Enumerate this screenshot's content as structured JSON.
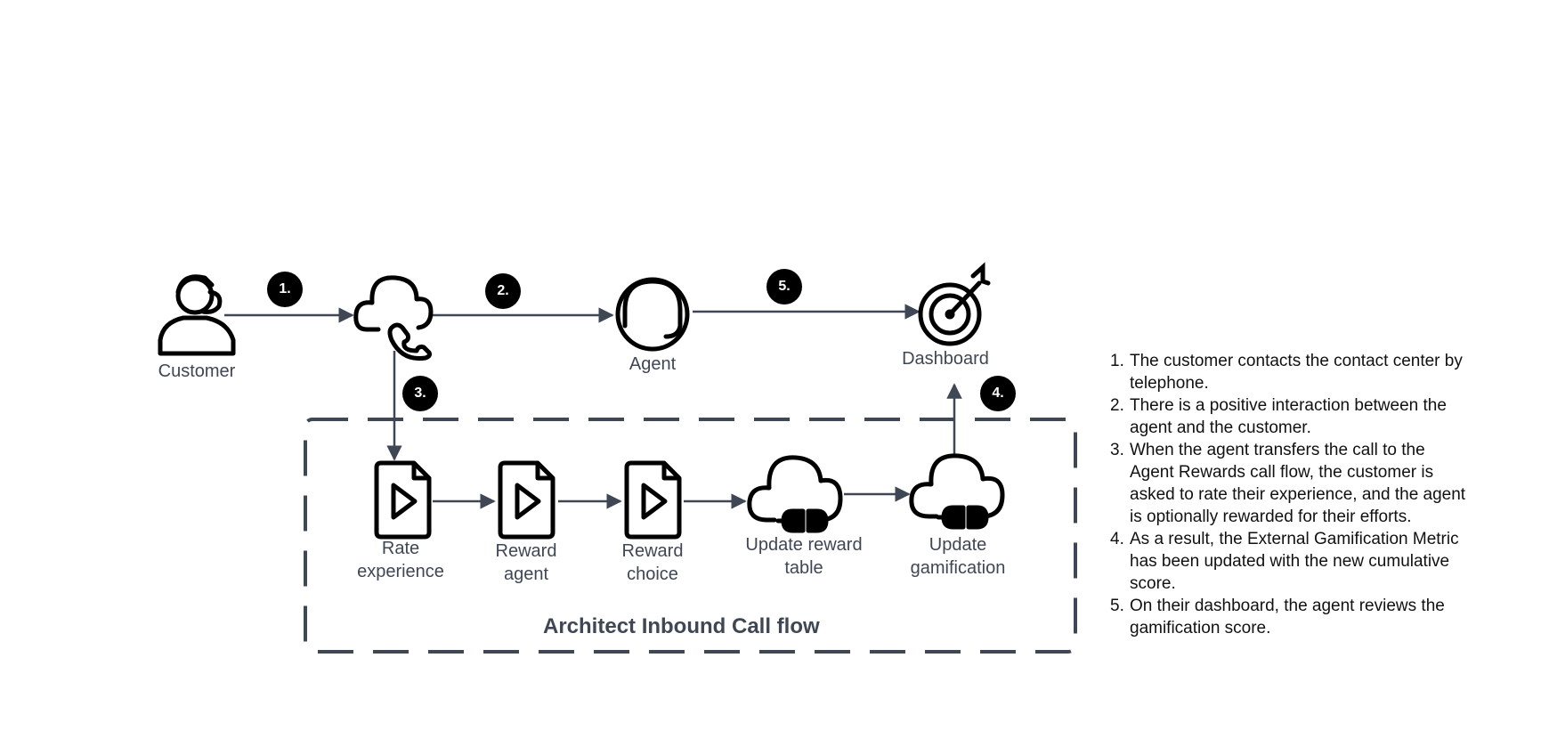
{
  "nodes": {
    "customer": "Customer",
    "agent": "Agent",
    "dashboard": "Dashboard",
    "rate": [
      "Rate",
      "experience"
    ],
    "reward_agent": [
      "Reward",
      "agent"
    ],
    "reward_choice": [
      "Reward",
      "choice"
    ],
    "update_table": [
      "Update reward",
      "table"
    ],
    "update_gamification": [
      "Update",
      "gamification"
    ]
  },
  "badges": {
    "b1": "1.",
    "b2": "2.",
    "b3": "3.",
    "b4": "4.",
    "b5": "5."
  },
  "group_title": "Architect Inbound Call flow",
  "steps": [
    {
      "num": "1.",
      "lines": [
        "The customer contacts the contact center by",
        "telephone."
      ]
    },
    {
      "num": "2.",
      "lines": [
        " There is a positive interaction between the",
        "agent and the customer."
      ]
    },
    {
      "num": "3.",
      "lines": [
        " When the agent transfers the call to the",
        "Agent Rewards call flow, the customer is",
        "asked to rate their experience, and the agent",
        "is optionally rewarded for their efforts."
      ]
    },
    {
      "num": "4.",
      "lines": [
        " As a result, the External Gamification Metric",
        "has been updated with the new cumulative",
        "score."
      ]
    },
    {
      "num": "5.",
      "lines": [
        " On their dashboard, the agent reviews the",
        "gamification score."
      ]
    }
  ],
  "colors": {
    "icon": "#000000",
    "line": "#3f4654",
    "badge": "#000000",
    "text": "#3f4654"
  },
  "icons": {
    "customer": "customer-person-icon",
    "phone_cloud": "cloud-phone-icon",
    "agent": "headset-icon",
    "dashboard": "target-icon",
    "play_doc": "play-document-icon",
    "cloud_plug": "cloud-plug-icon"
  }
}
